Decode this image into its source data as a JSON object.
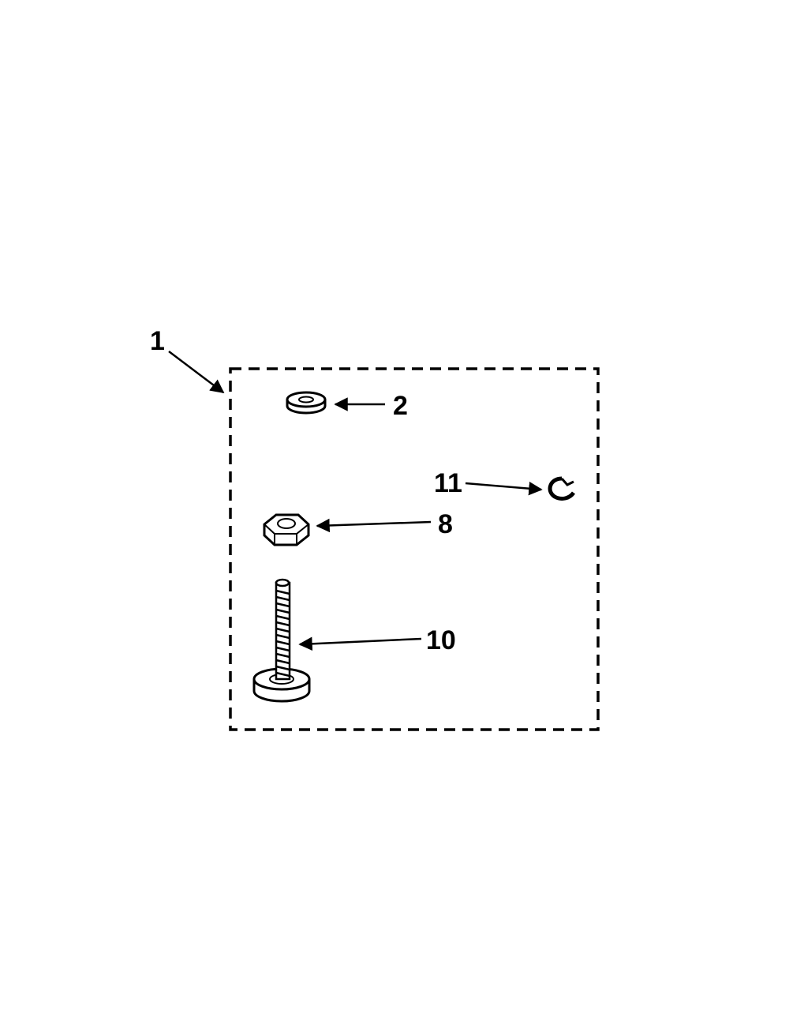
{
  "colors": {
    "ink": "#000000",
    "paper": "#ffffff"
  },
  "callouts": {
    "kit": "1",
    "washer": "2",
    "nut": "8",
    "bolt": "10",
    "clip": "11"
  }
}
